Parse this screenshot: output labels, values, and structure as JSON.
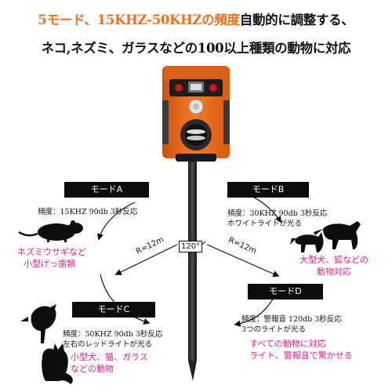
{
  "headline": {
    "line1_orange": "5モード、15KHZ-50KHZの頻度",
    "line1_dark": "自動的に調整する、",
    "line2": "ネコ,ネズミ、ガラスなどの100以上種類の動物に対応"
  },
  "center": {
    "angle": "120°",
    "radius_left": "R=12m",
    "radius_right": "R=12m"
  },
  "modes": [
    {
      "label": "モードA",
      "spec": [
        "頻度：15KHZ 90db 3秒反応"
      ],
      "animal": [
        "ネズミウサギなど",
        "小型げっ歯類"
      ]
    },
    {
      "label": "モードB",
      "spec": [
        "頻度：30KHZ 90db 3秒反応",
        "ホワイトライトが光る"
      ],
      "animal": [
        "大型犬、狐などの",
        "動物対応"
      ]
    },
    {
      "label": "モードC",
      "spec": [
        "頻度：50KHZ 90db 3秒反応",
        "左右のレッドライトが光る"
      ],
      "animal": [
        "小型犬、猫、ガラス",
        "などの動物"
      ]
    },
    {
      "label": "モードD",
      "spec": [
        "頻度：警報音 120db 3秒反応",
        "3つのライトが光る"
      ],
      "animal": [
        "すべての動物に対応",
        "ライト、警報音で驚かせる"
      ]
    }
  ],
  "colors": {
    "orange": "#f0701e",
    "device_orange": "#f26a1b",
    "pink": "#e0218a",
    "label_bg": "#0c0c0c"
  },
  "icons": [
    "rat-silhouette-icon",
    "dog-silhouette-icon",
    "fox-silhouette-icon",
    "crow-silhouette-icon",
    "cat-silhouette-icon"
  ]
}
